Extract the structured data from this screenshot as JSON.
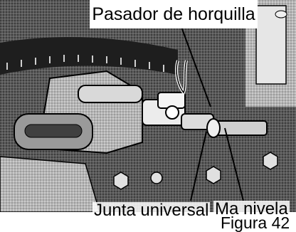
{
  "figure": {
    "callouts": {
      "hairpin_pin": "Pasador de horquilla",
      "universal_joint": "Junta universal",
      "crank": "Ma nivela"
    },
    "caption": "Figura 42"
  },
  "colors": {
    "photo_dark": "#3a3a3a",
    "photo_mid": "#8a8a8a",
    "photo_light": "#d6d6d6",
    "line": "#000000",
    "background": "#ffffff"
  }
}
